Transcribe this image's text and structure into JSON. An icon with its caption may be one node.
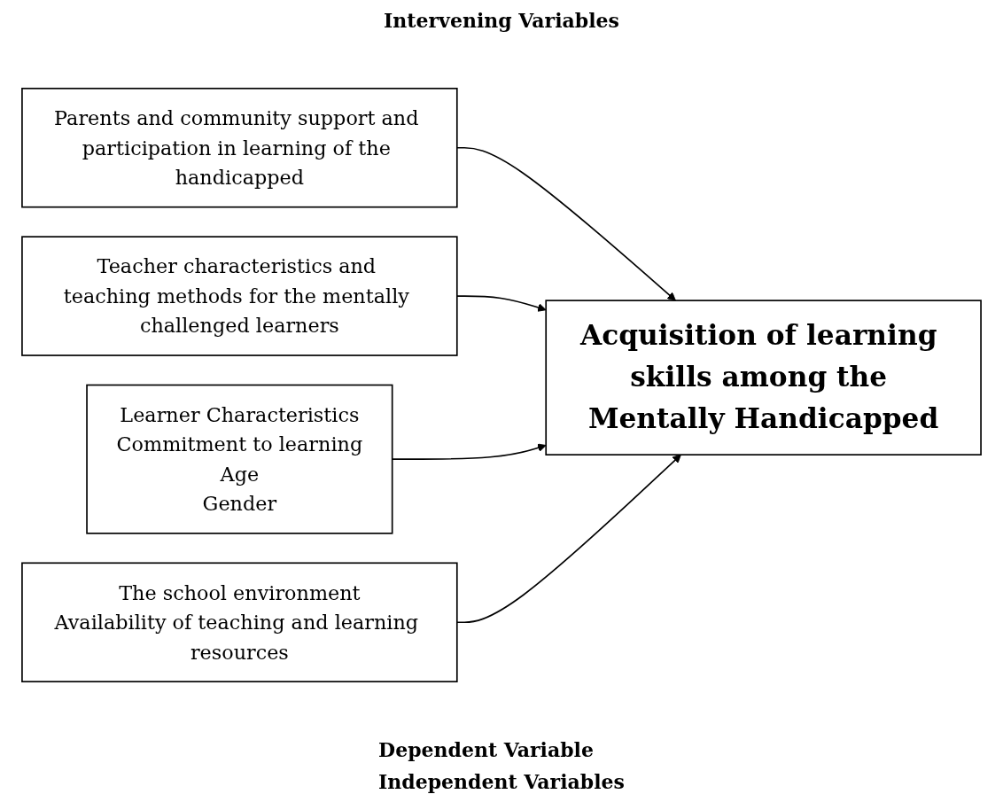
{
  "diagram": {
    "nodes": [
      {
        "text": [
          "The school environment",
          "Availability of teaching and learning resources"
        ]
      },
      {
        "text": [
          "Parents and community support and participation in learning of the handicapped"
        ]
      },
      {
        "text": [
          "Teacher characteristics and teaching methods for the mentally challenged learners"
        ]
      },
      {
        "text": [
          "Learner Characteristics",
          "Commitment to learning",
          "Age",
          "Gender"
        ]
      },
      {
        "text": [
          "Acquisition of learning skills among the Mentally Handicapped"
        ]
      }
    ],
    "edges": [
      {
        "from": 1,
        "to": 4,
        "arrow": "to"
      },
      {
        "from": 2,
        "to": 4,
        "arrow": "to"
      },
      {
        "from": 3,
        "to": 4,
        "arrow": "to"
      },
      {
        "from": 0,
        "to": 4,
        "arrow": "to"
      }
    ],
    "labels": [
      "Intervening Variables",
      "Dependent Variable",
      "Independent Variables"
    ]
  }
}
